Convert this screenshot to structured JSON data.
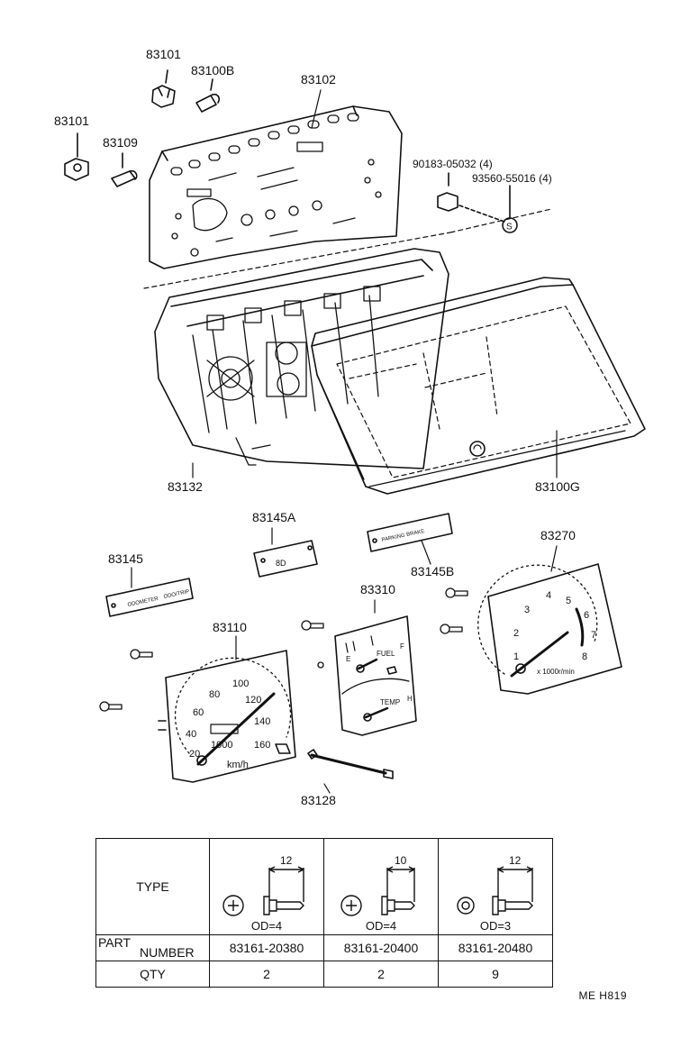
{
  "callouts": {
    "p83101_top": "83101",
    "p83100B": "83100B",
    "p83102": "83102",
    "p83101_left": "83101",
    "p83109": "83109",
    "p90183": "90183-05032 (4)",
    "p93560": "93560-55016 (4)",
    "p83132": "83132",
    "p83100G": "83100G",
    "p83145A": "83145A",
    "p83145": "83145",
    "p83145B": "83145B",
    "p83270": "83270",
    "p83310": "83310",
    "p83110": "83110",
    "p83128": "83128"
  },
  "gauges": {
    "speedo_ticks": [
      "20",
      "40",
      "60",
      "80",
      "100",
      "120",
      "140",
      "160"
    ],
    "speedo_unit": "km/h",
    "speedo_odo": "1000",
    "tacho_ticks": [
      "1",
      "2",
      "3",
      "4",
      "5",
      "6",
      "7",
      "8"
    ],
    "tacho_unit": "x 1000r/min",
    "fuel_label": "FUEL",
    "fuel_e": "E",
    "fuel_f": "F",
    "temp_label": "TEMP",
    "temp_h": "H",
    "indicator_8d": "8D",
    "plate_83145_a": "ODOMETER",
    "plate_83145_b": "ODO/TRIP",
    "plate_83145B": "PARKING BRAKE"
  },
  "screw_marker": "S",
  "table": {
    "type_header": "TYPE",
    "part_header_1": "PART",
    "part_header_2": "NUMBER",
    "qty_header": "QTY",
    "columns": [
      {
        "dim": "12",
        "od": "OD=4",
        "part": "83161-20380",
        "qty": "2"
      },
      {
        "dim": "10",
        "od": "OD=4",
        "part": "83161-20400",
        "qty": "2"
      },
      {
        "dim": "12",
        "od": "OD=3",
        "part": "83161-20480",
        "qty": "9"
      }
    ]
  },
  "drawing_code": "ME  H819"
}
